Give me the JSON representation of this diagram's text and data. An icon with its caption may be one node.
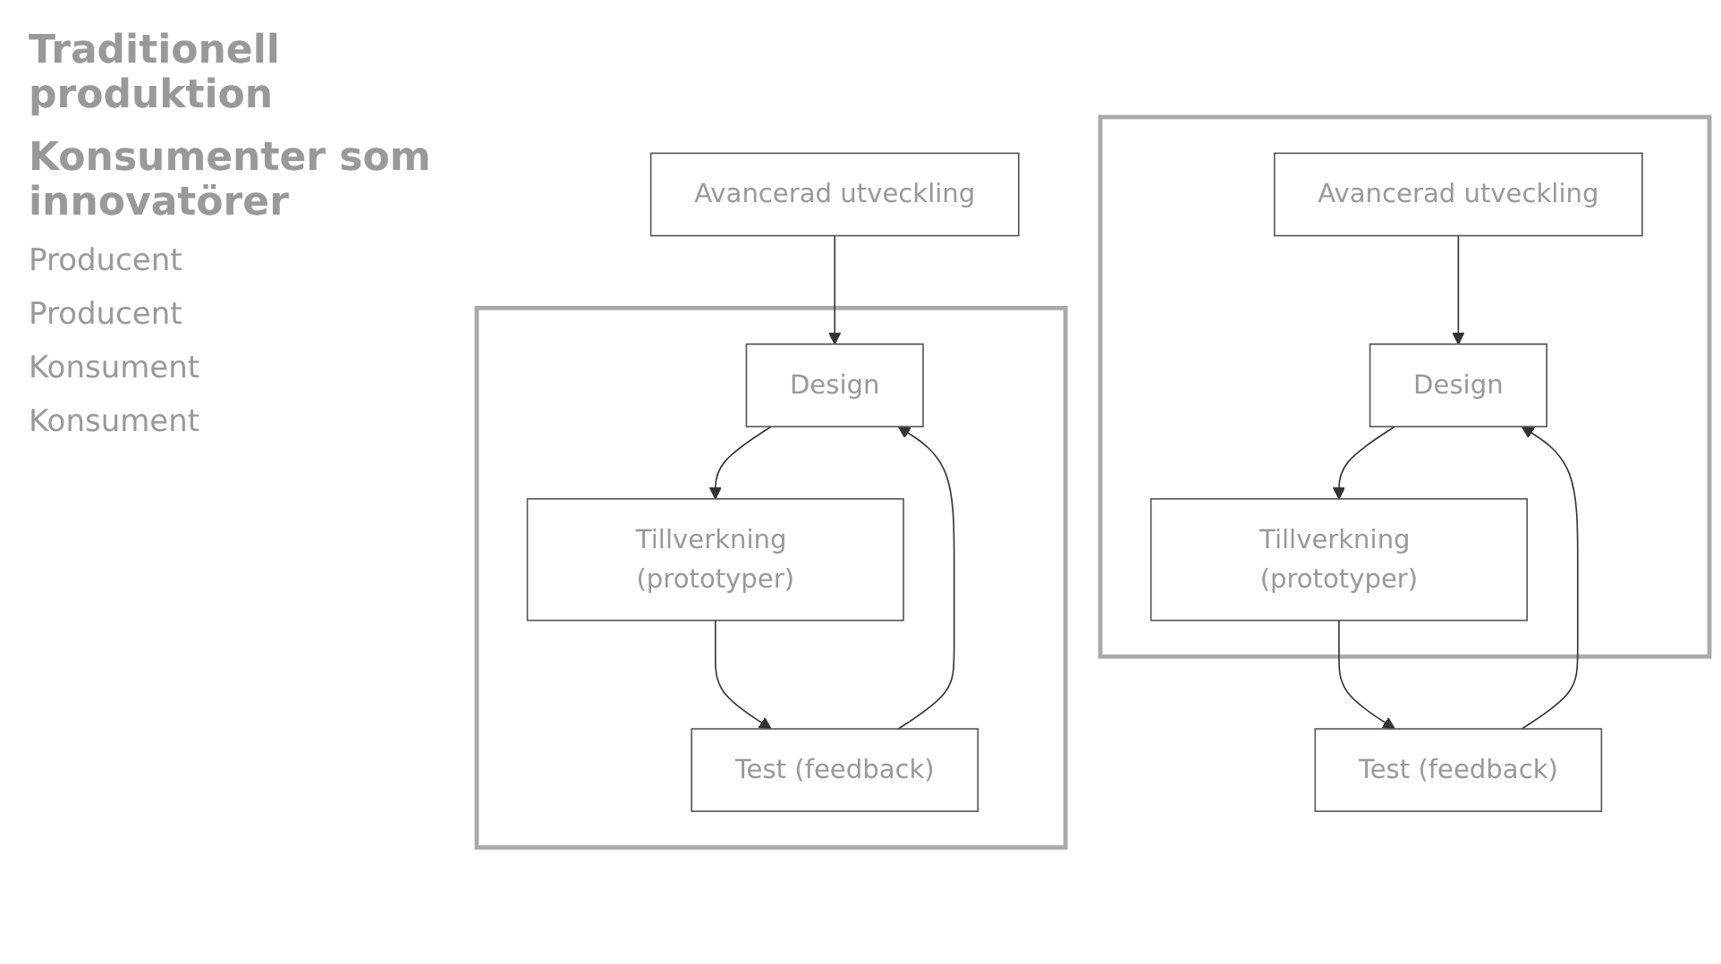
{
  "diagram": {
    "nodes": [
      {
        "text": [],
        "shape": "box"
      },
      {
        "text": [
          "Avancerad utveckling"
        ],
        "in": 0
      },
      {
        "text": [
          "Design"
        ],
        "in": 0
      },
      {
        "text": [
          "Tillverkning (prototyper)"
        ],
        "in": 0
      },
      {
        "text": [
          "Test (feedback)"
        ]
      },
      {
        "text": [
          "Avancerad utveckling"
        ]
      },
      {
        "text": [],
        "shape": "box"
      },
      {
        "text": [
          "Design"
        ],
        "in": 6
      },
      {
        "text": [
          "Tillverkning (prototyper)"
        ],
        "in": 6
      },
      {
        "text": [
          "Test (feedback)"
        ],
        "in": 6
      }
    ],
    "edges": [
      {
        "from": 1,
        "to": 2,
        "arrow": "to"
      },
      {
        "from": 2,
        "to": 3,
        "arrow": "to"
      },
      {
        "from": 3,
        "to": 4,
        "arrow": "to"
      },
      {
        "from": 4,
        "to": 2,
        "arrow": "to"
      },
      {
        "from": 5,
        "to": 7,
        "arrow": "to"
      },
      {
        "from": 7,
        "to": 8,
        "arrow": "to"
      },
      {
        "from": 8,
        "to": 9,
        "arrow": "to"
      },
      {
        "from": 9,
        "to": 7,
        "arrow": "to"
      }
    ],
    "labels": [
      "Traditionell produktion",
      "Konsumenter som innovatörer",
      "Producent",
      "Producent",
      "Konsument",
      "Konsument"
    ]
  }
}
